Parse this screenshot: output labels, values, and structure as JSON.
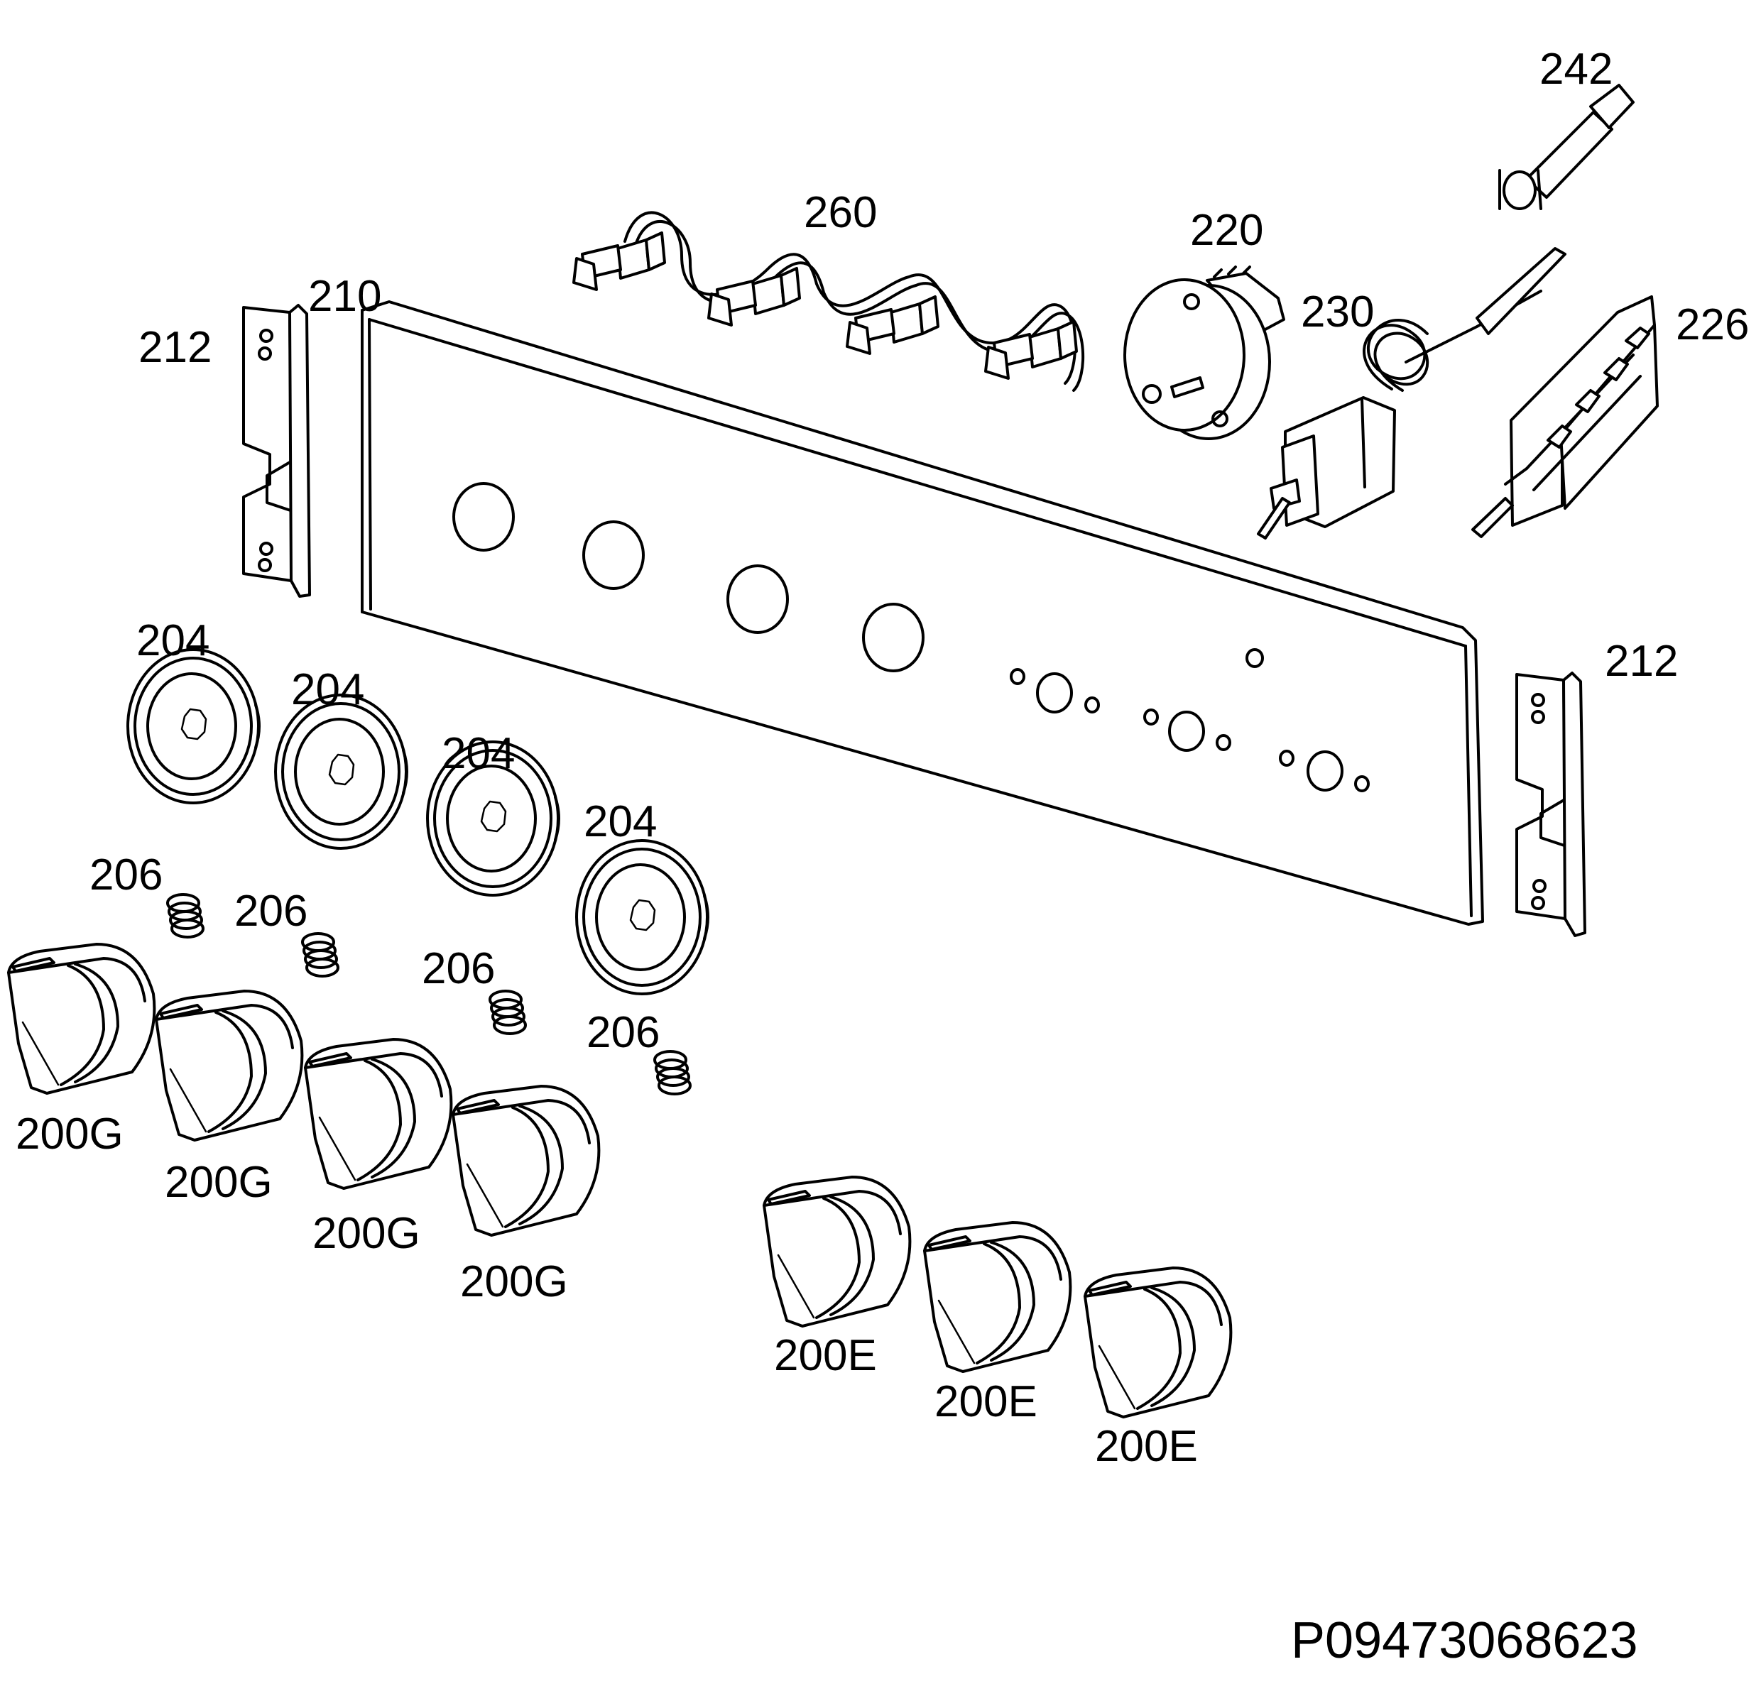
{
  "labels": {
    "l242": "242",
    "l260": "260",
    "l220": "220",
    "l230": "230",
    "l226": "226",
    "l210": "210",
    "l212a": "212",
    "l212b": "212",
    "l204a": "204",
    "l204b": "204",
    "l204c": "204",
    "l204d": "204",
    "l206a": "206",
    "l206b": "206",
    "l206c": "206",
    "l206d": "206",
    "l200Ga": "200G",
    "l200Gb": "200G",
    "l200Gc": "200G",
    "l200Gd": "200G",
    "l200Ea": "200E",
    "l200Eb": "200E",
    "l200Ec": "200E"
  },
  "drawing_code": "P09473068623"
}
